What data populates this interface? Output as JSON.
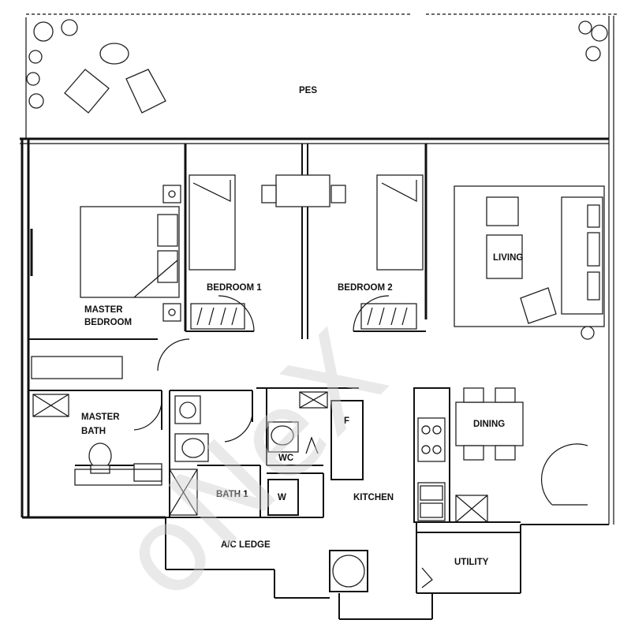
{
  "rooms": {
    "pes": "PES",
    "master_bedroom_line1": "MASTER",
    "master_bedroom_line2": "BEDROOM",
    "bedroom1": "BEDROOM 1",
    "bedroom2": "BEDROOM 2",
    "living": "LIVING",
    "master_bath_line1": "MASTER",
    "master_bath_line2": "BATH",
    "bath1": "BATH 1",
    "wc": "WC",
    "fridge": "F",
    "washer": "W",
    "kitchen": "KITCHEN",
    "dining": "DINING",
    "ac_ledge": "A/C LEDGE",
    "utility": "UTILITY"
  },
  "watermark": "oNeX",
  "colors": {
    "ink": "#111111",
    "watermark": "#cfcfcf",
    "paper": "#ffffff"
  }
}
